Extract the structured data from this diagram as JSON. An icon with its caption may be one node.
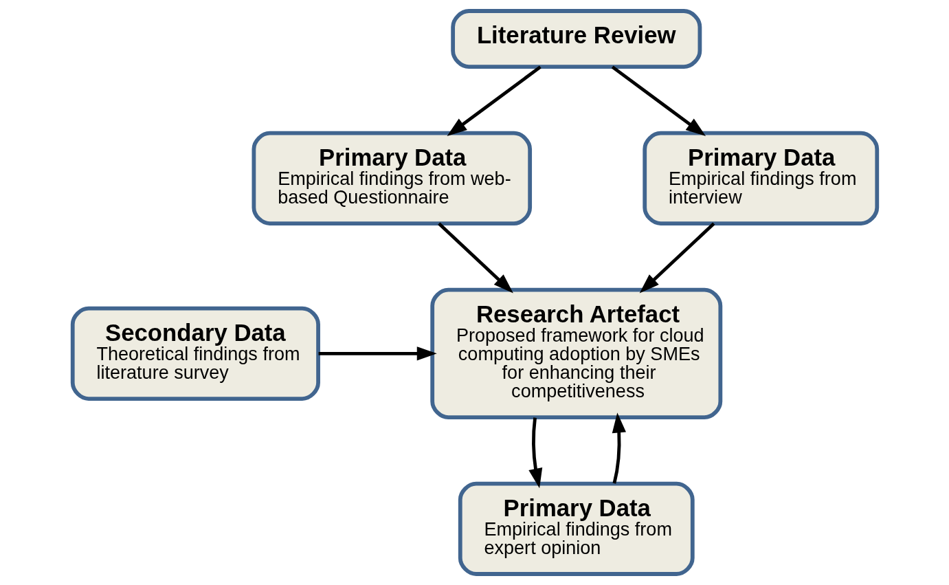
{
  "diagram": {
    "nodes": [
      {
        "text": [
          "Literature Review"
        ]
      },
      {
        "text": [
          "Primary Data",
          "Empirical findings from web-based Questionnaire"
        ]
      },
      {
        "text": [
          "Primary Data",
          "Empirical findings from interview"
        ]
      },
      {
        "text": [
          "Research Artefact",
          "Proposed framework for cloud computing adoption by SMEs for enhancing their competitiveness"
        ]
      },
      {
        "text": [
          "Secondary Data",
          "Theoretical findings from literature survey"
        ]
      },
      {
        "text": [
          "Primary Data",
          "Empirical findings from expert opinion"
        ]
      }
    ],
    "edges": [
      {
        "from": 0,
        "to": 1,
        "arrow": "to"
      },
      {
        "from": 0,
        "to": 2,
        "arrow": "to"
      },
      {
        "from": 1,
        "to": 3,
        "arrow": "to"
      },
      {
        "from": 2,
        "to": 3,
        "arrow": "to"
      },
      {
        "from": 4,
        "to": 3,
        "arrow": "to"
      },
      {
        "from": 3,
        "to": 5,
        "arrow": "to"
      },
      {
        "from": 5,
        "to": 3,
        "arrow": "to"
      }
    ]
  }
}
